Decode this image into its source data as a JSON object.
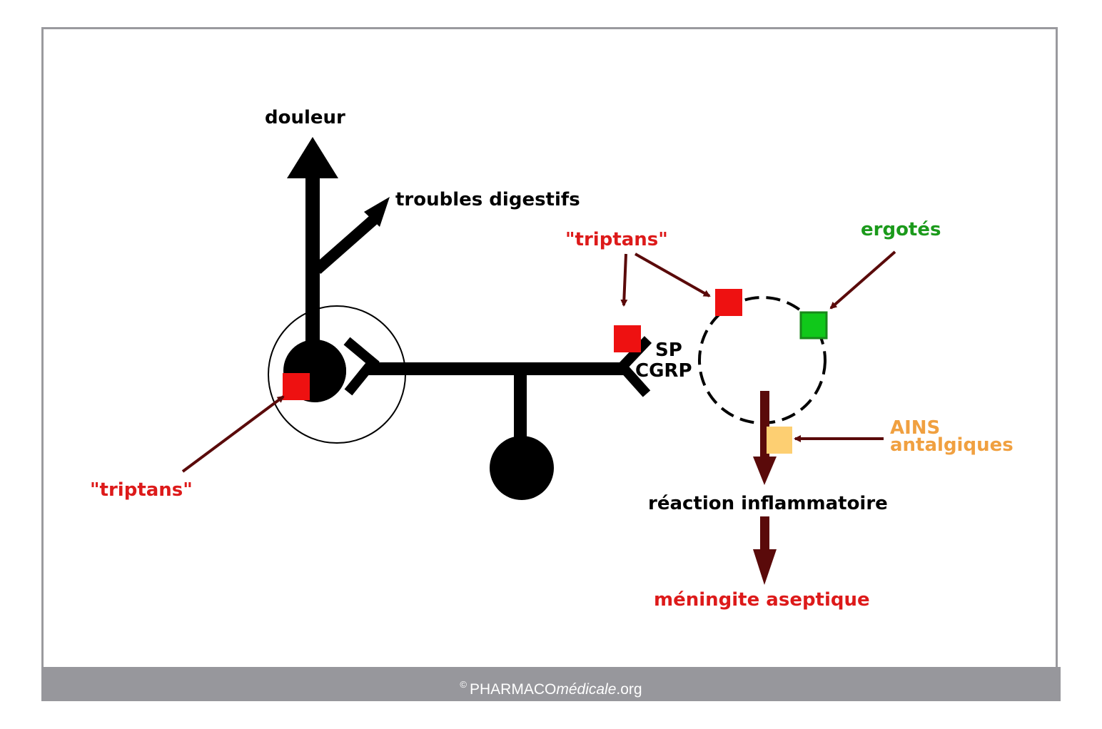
{
  "labels": {
    "douleur": "douleur",
    "troubles_digestifs": "troubles digestifs",
    "triptans_left": "\"triptans\"",
    "triptans_top": "\"triptans\"",
    "ergotes": "ergotés",
    "sp": "SP",
    "cgrp": "CGRP",
    "ains": "AINS",
    "antalgiques": "antalgiques",
    "reaction": "réaction inflammatoire",
    "meningite": "méningite aseptique"
  },
  "footer": {
    "copyright": "©",
    "brand": "PHARMACO",
    "brand_italic": "médicale",
    "domain": ".org"
  },
  "colors": {
    "triptans": "#dd1a1a",
    "ergotes": "#1b9a1b",
    "ains": "#f0a040",
    "arrow_dark_red": "#5a0a0a",
    "black": "#000000"
  }
}
